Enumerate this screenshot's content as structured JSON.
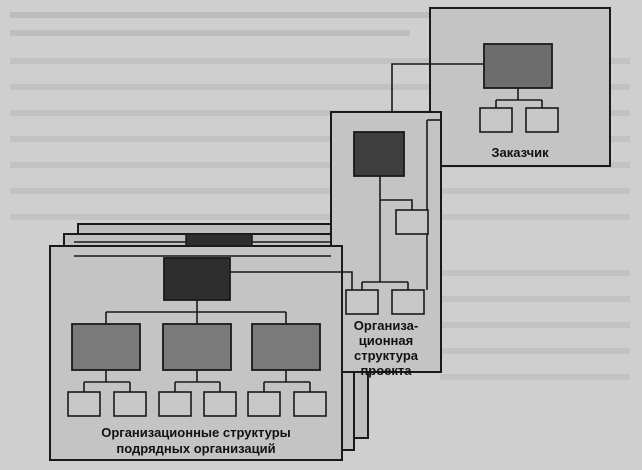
{
  "colors": {
    "background": "#cfcfcf",
    "panel": "#c4c4c4",
    "panel_dark": "#b9b9b9",
    "head_block": "#2e2e2e",
    "mid_block": "#7a7a7a",
    "small_block": "#c8c8c8",
    "line": "#1a1a1a"
  },
  "labels": {
    "customer": "Заказчик",
    "project_line1": "Организа-",
    "project_line2": "ционная",
    "project_line3": "структура",
    "project_line4": "проекта",
    "contractors_line1": "Организационные структуры",
    "contractors_line2": "подрядных организаций"
  }
}
